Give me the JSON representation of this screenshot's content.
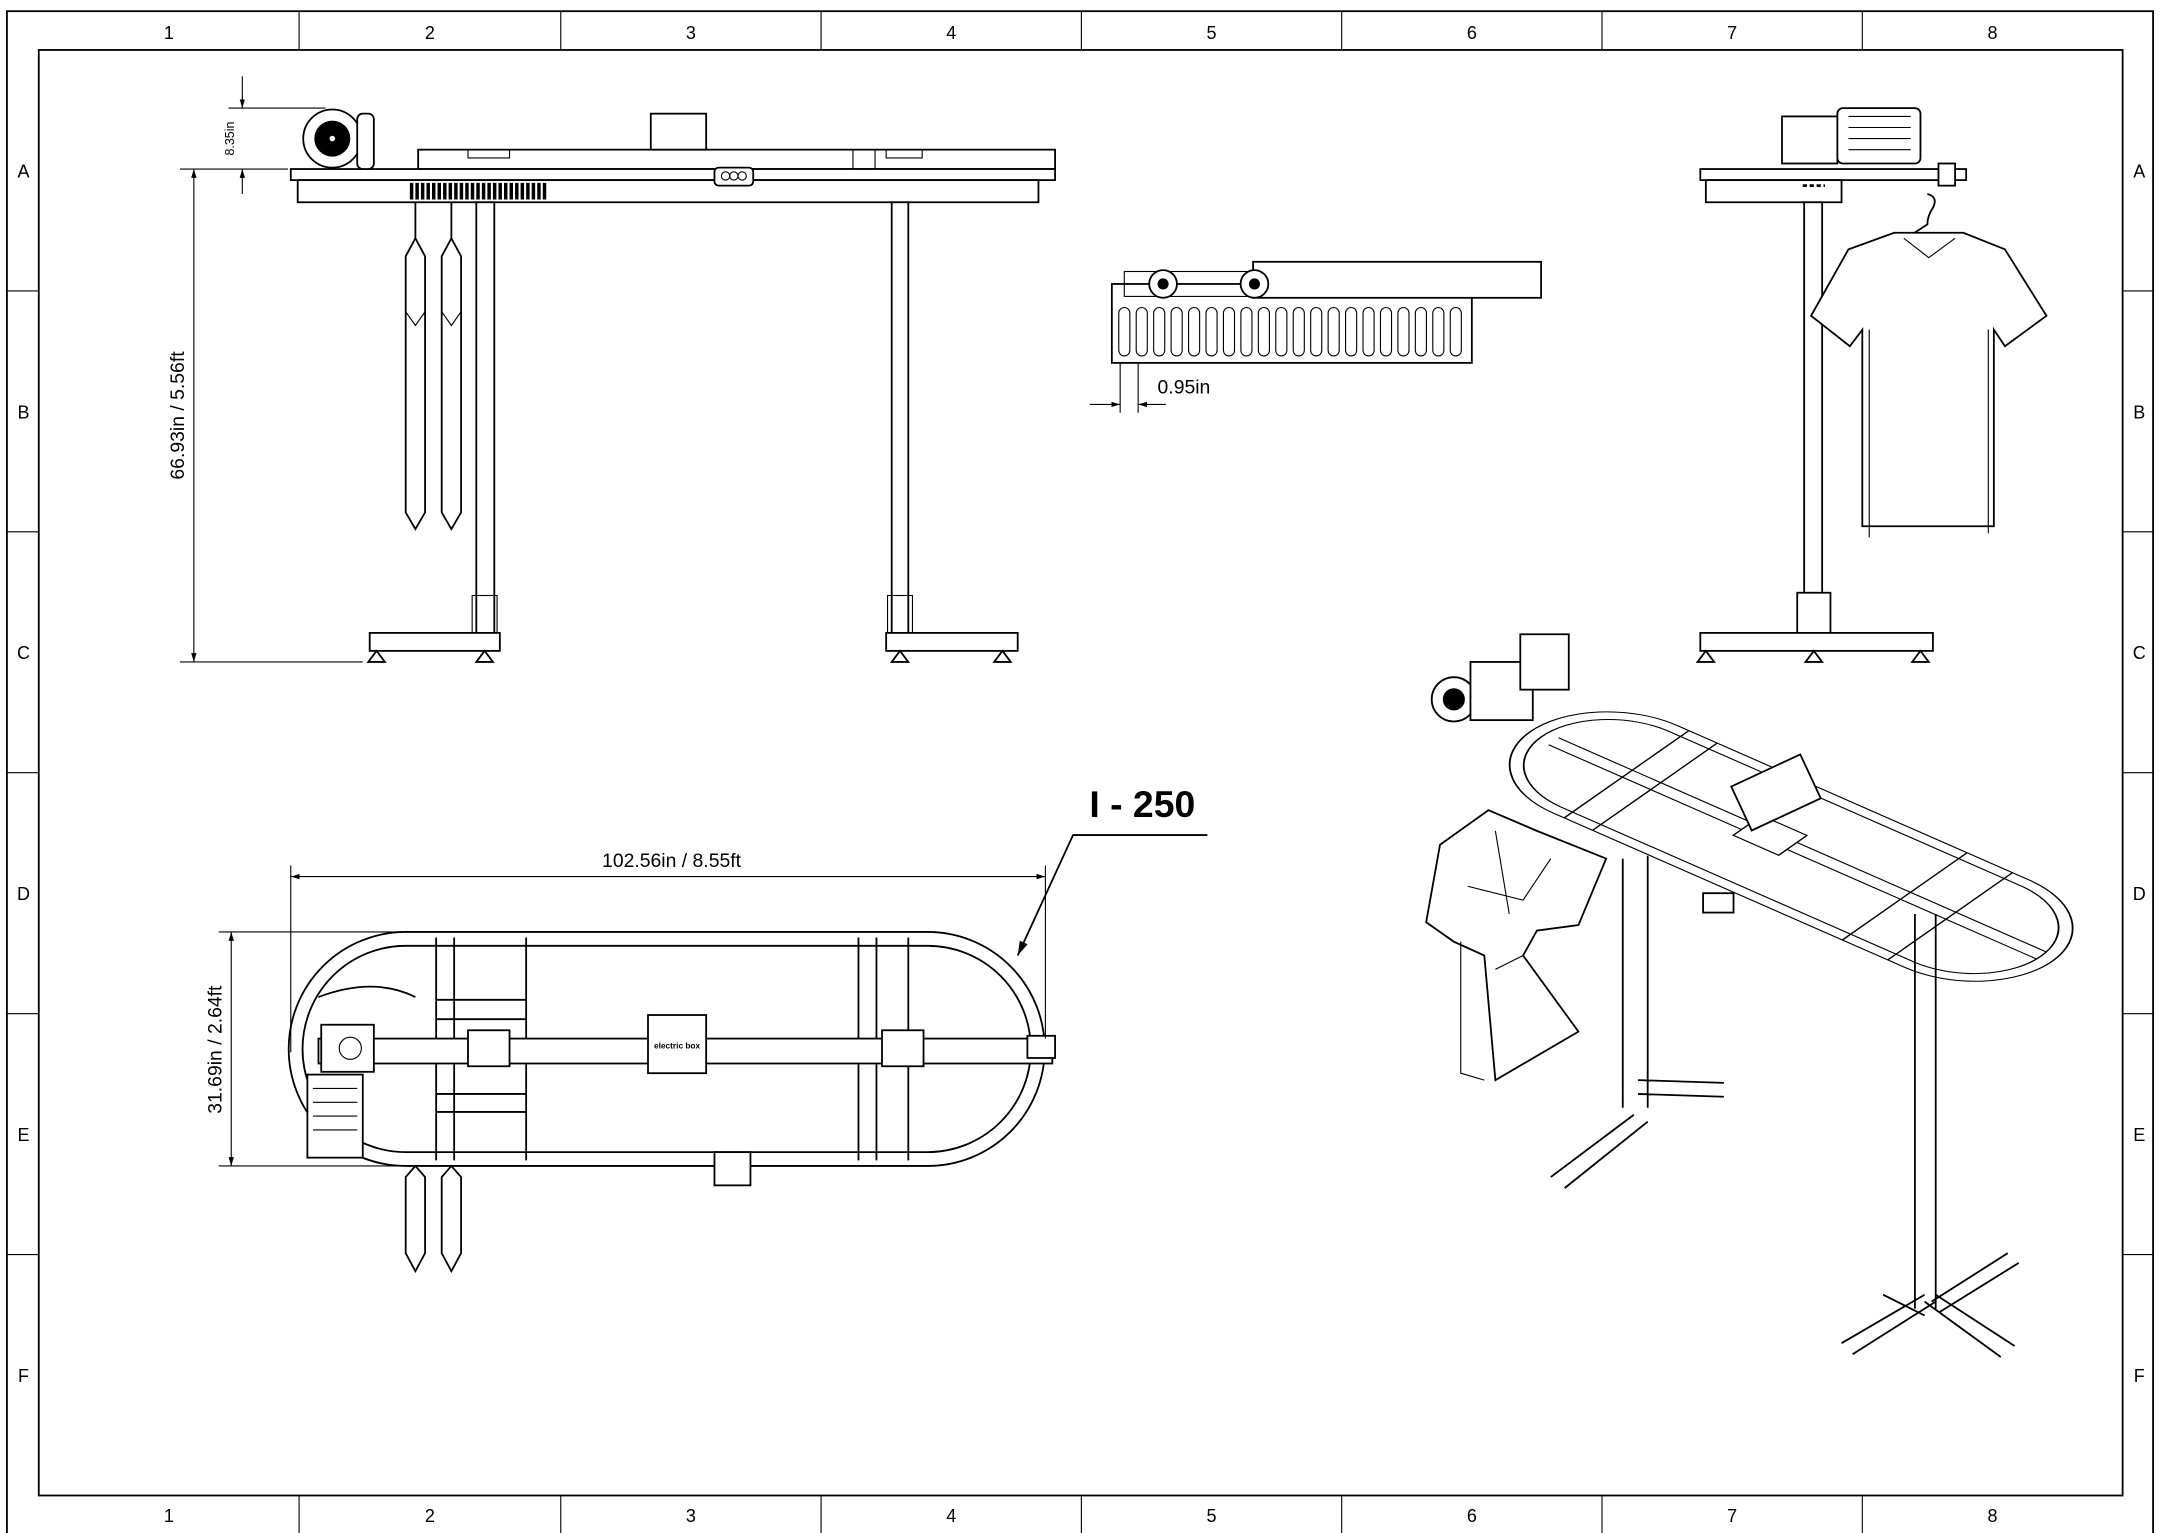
{
  "frame": {
    "columns": [
      "1",
      "2",
      "3",
      "4",
      "5",
      "6",
      "7",
      "8"
    ],
    "rows": [
      "A",
      "B",
      "C",
      "D",
      "E",
      "F"
    ]
  },
  "drawing": {
    "model_label": "I - 250",
    "electric_box_label": "electric box",
    "dimensions": {
      "motor_height": "8.35in",
      "overall_height": "66.93in / 5.56ft",
      "slot_pitch": "0.95in",
      "overall_length": "102.56in / 8.55ft",
      "overall_width": "31.69in / 2.64ft"
    }
  }
}
